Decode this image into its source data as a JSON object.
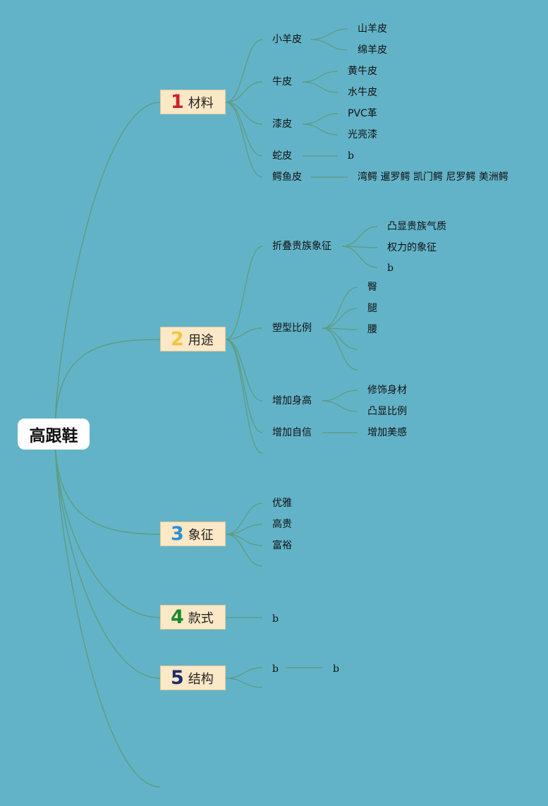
{
  "root": {
    "label": "高跟鞋"
  },
  "colors": {
    "background": "#63b3c8",
    "line": "#5e9e88",
    "branch_fill": "#fbe8c6"
  },
  "branches": [
    {
      "num": "1",
      "label": "材料",
      "num_color": "#d01f2a",
      "children": [
        {
          "label": "小羊皮",
          "children": [
            {
              "label": "山羊皮"
            },
            {
              "label": "绵羊皮"
            }
          ]
        },
        {
          "label": "牛皮",
          "children": [
            {
              "label": "黄牛皮"
            },
            {
              "label": "水牛皮"
            }
          ]
        },
        {
          "label": "漆皮",
          "children": [
            {
              "label": "PVC革"
            },
            {
              "label": "光亮漆"
            }
          ]
        },
        {
          "label": "蛇皮",
          "children": [
            {
              "label": "b"
            }
          ]
        },
        {
          "label": "鳄鱼皮",
          "children": [
            {
              "label": "湾鳄 暹罗鳄 凯门鳄 尼罗鳄 美洲鳄"
            }
          ]
        }
      ]
    },
    {
      "num": "2",
      "label": "用途",
      "num_color": "#f4c53a",
      "children": [
        {
          "label": "折叠贵族象征",
          "children": [
            {
              "label": "凸显贵族气质"
            },
            {
              "label": "权力的象征"
            },
            {
              "label": "b"
            }
          ]
        },
        {
          "label": "塑型比例",
          "children": [
            {
              "label": "臀"
            },
            {
              "label": "腿"
            },
            {
              "label": "腰"
            },
            {
              "label": ""
            },
            {
              "label": ""
            }
          ]
        },
        {
          "label": "增加身高",
          "children": [
            {
              "label": "修饰身材"
            },
            {
              "label": "凸显比例"
            }
          ]
        },
        {
          "label": "增加自信",
          "children": [
            {
              "label": "增加美感"
            }
          ]
        },
        {
          "label": "",
          "children": []
        }
      ]
    },
    {
      "num": "3",
      "label": "象征",
      "num_color": "#2d8fd5",
      "children": [
        {
          "label": "优雅"
        },
        {
          "label": "高贵"
        },
        {
          "label": "富裕"
        },
        {
          "label": ""
        }
      ]
    },
    {
      "num": "4",
      "label": "款式",
      "num_color": "#1d8a2e",
      "children": [
        {
          "label": "b"
        }
      ]
    },
    {
      "num": "5",
      "label": "结构",
      "num_color": "#1c2c6b",
      "children": [
        {
          "label": "b",
          "children": [
            {
              "label": "b"
            }
          ]
        },
        {
          "label": ""
        }
      ]
    }
  ]
}
